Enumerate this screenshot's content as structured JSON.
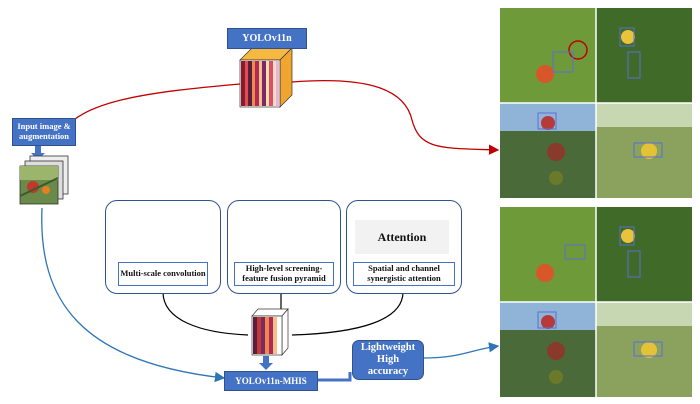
{
  "labels": {
    "yolov11n": "YOLOv11n",
    "input": "Input image & augmentation",
    "yolov11n_mihs": "YOLOv11n-MHIS",
    "result": "Lightweight High accuracy"
  },
  "modules": [
    {
      "label": "Multi-scale convolution"
    },
    {
      "label": "High-level screening-feature fusion pyramid"
    },
    {
      "label": "Spatial and channel synergistic attention",
      "title": "Attention"
    }
  ],
  "colors": {
    "red_path": "#c00000",
    "blue_path": "#2e75b6",
    "box_fill": "#4472c4",
    "cube_top": "#f5b942"
  }
}
